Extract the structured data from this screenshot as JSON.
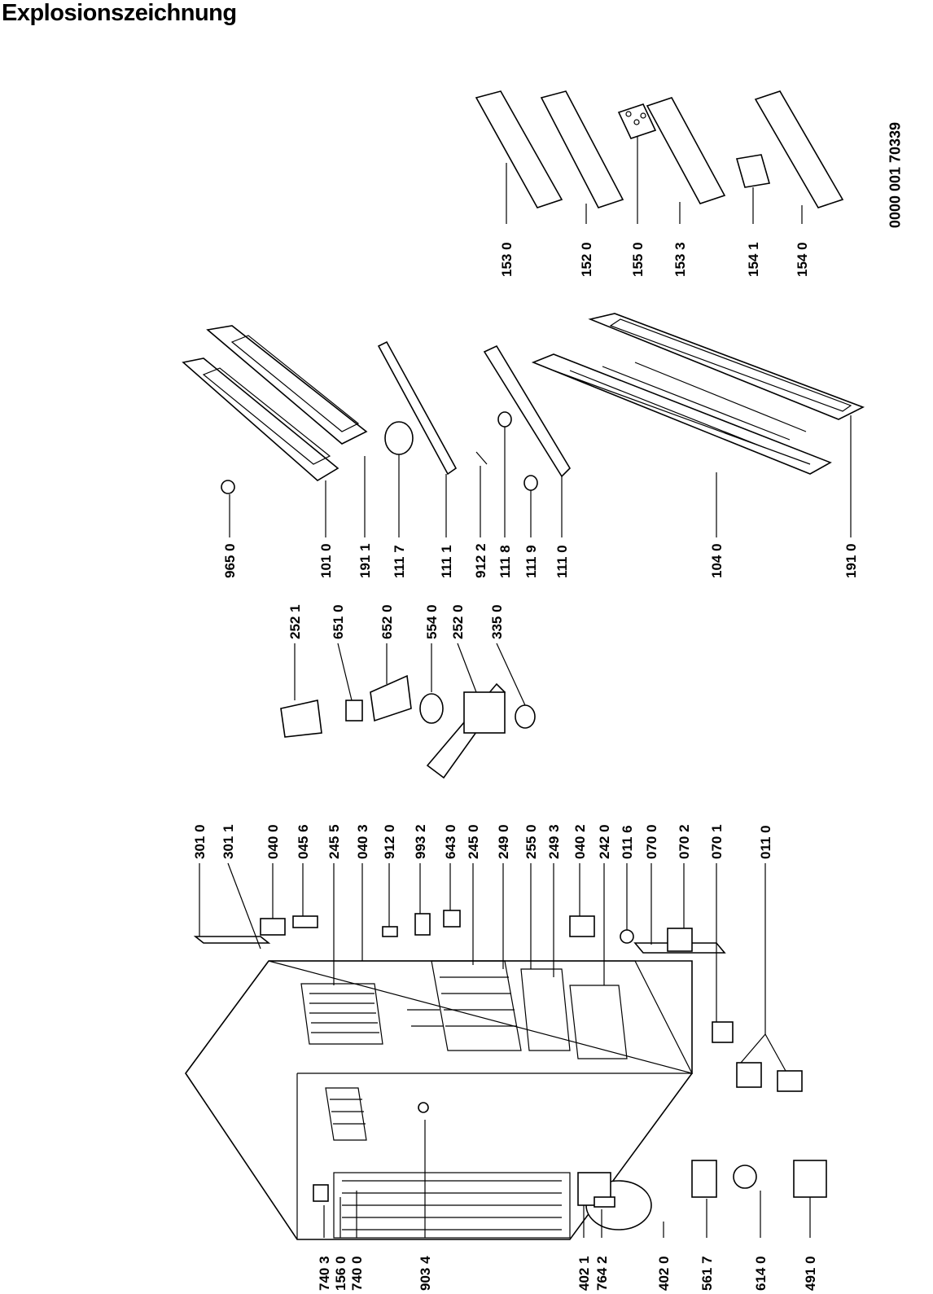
{
  "title": "Explosionszeichnung",
  "document_number": "0000 001 70339",
  "part_labels": [
    "740 3",
    "156 0",
    "740 0",
    "903 4",
    "402 1",
    "764 2",
    "402 0",
    "561 7",
    "614 0",
    "491 0",
    "301 0",
    "301 1",
    "040 0",
    "045 6",
    "245 5",
    "040 3",
    "912 0",
    "993 2",
    "643 0",
    "245 0",
    "249 0",
    "255 0",
    "249 3",
    "040 2",
    "242 0",
    "011 6",
    "070 0",
    "070 2",
    "070 1",
    "011 0",
    "252 1",
    "651 0",
    "652 0",
    "554 0",
    "252 0",
    "335 0",
    "965 0",
    "101 0",
    "191 1",
    "111 7",
    "111 1",
    "912 2",
    "111 8",
    "111 9",
    "111 0",
    "104 0",
    "191 0",
    "153 0",
    "152 0",
    "155 0",
    "153 3",
    "154 1",
    "154 0"
  ]
}
